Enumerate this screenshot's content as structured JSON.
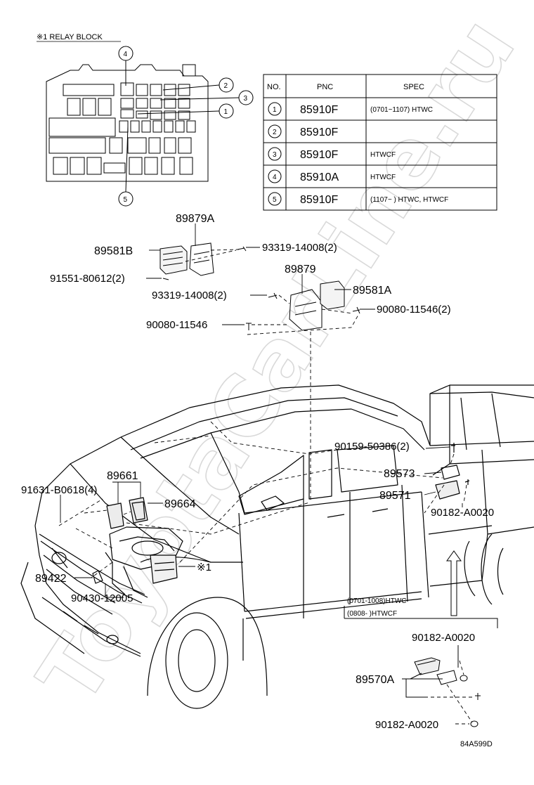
{
  "relay_block": {
    "title": "※1 RELAY BLOCK",
    "callouts": [
      "4",
      "2",
      "3",
      "1",
      "5"
    ]
  },
  "table": {
    "headers": [
      "NO.",
      "PNC",
      "SPEC"
    ],
    "rows": [
      {
        "no": "1",
        "pnc": "85910F",
        "spec": "(0701~1107) HTWC"
      },
      {
        "no": "2",
        "pnc": "85910F",
        "spec": ""
      },
      {
        "no": "3",
        "pnc": "85910F",
        "spec": "HTWCF"
      },
      {
        "no": "4",
        "pnc": "85910A",
        "spec": "HTWCF"
      },
      {
        "no": "5",
        "pnc": "85910F",
        "spec": "(1107~        ) HTWC, HTWCF"
      }
    ]
  },
  "parts": {
    "p89879A": "89879A",
    "p89581B": "89581B",
    "p93319_top": "93319-14008(2)",
    "p91551": "91551-80612(2)",
    "p89879": "89879",
    "p93319_mid": "93319-14008(2)",
    "p89581A": "89581A",
    "p90080_2": "90080-11546(2)",
    "p90080": "90080-11546",
    "p90159": "90159-50386(2)",
    "p89573": "89573",
    "p89571": "89571",
    "p90182_a": "90182-A0020",
    "p89661": "89661",
    "p91631": "91631-B0618(4)",
    "p89664": "89664",
    "relay_ref": "※1",
    "p89422": "89422",
    "p90430": "90430-12005",
    "spec1": "(0701-1008)HTWC",
    "spec2": "(0808-        )HTWCF",
    "p90182_b": "90182-A0020",
    "p89570A": "89570A",
    "p90182_c": "90182-A0020"
  },
  "figure_code": "84A599D",
  "watermark": "ToyotaCarLine.ru"
}
